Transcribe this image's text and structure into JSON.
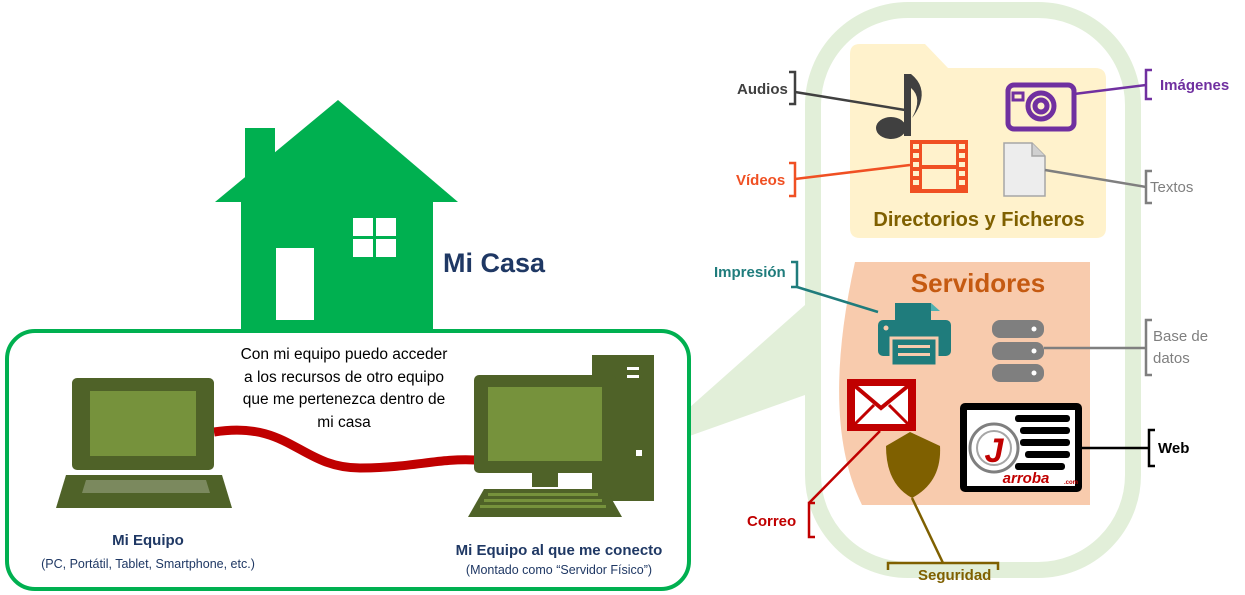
{
  "house": {
    "title": "Mi Casa"
  },
  "description": {
    "lines": [
      "Con mi equipo puedo acceder",
      "a los recursos de otro equipo",
      "que me pertenezca dentro de",
      "mi casa"
    ]
  },
  "laptop": {
    "title": "Mi Equipo",
    "subtitle": "(PC, Portátil, Tablet, Smartphone, etc.)"
  },
  "server_pc": {
    "title": "Mi Equipo al que me conecto",
    "subtitle": "(Montado como “Servidor Físico”)"
  },
  "files": {
    "title": "Directorios y Ficheros",
    "labels": {
      "audio": "Audios",
      "images": "Imágenes",
      "videos": "Vídeos",
      "texts": "Textos"
    }
  },
  "servers": {
    "title": "Servidores",
    "labels": {
      "print": "Impresión",
      "database_line1": "Base de",
      "database_line2": "datos",
      "web": "Web",
      "mail": "Correo",
      "security": "Seguridad"
    },
    "web_logo": {
      "letter": "J",
      "word": "arroba",
      "suffix": ".com"
    }
  },
  "colors": {
    "house": "#00b050",
    "computer": "#4f6228",
    "computer_fill": "#76923c",
    "cable": "#c00000",
    "bubble": "#e2efd9",
    "files_bg": "#fff2cc",
    "servers_bg": "#f8cbad",
    "audio": "#404040",
    "images": "#7030a0",
    "videos": "#f05023",
    "texts": "#7f7f7f",
    "print": "#1f7c7c",
    "mail": "#c00000",
    "security": "#7f6000",
    "servers_title": "#c55a11",
    "files_title": "#7f6000",
    "title_blue": "#1f3864"
  }
}
